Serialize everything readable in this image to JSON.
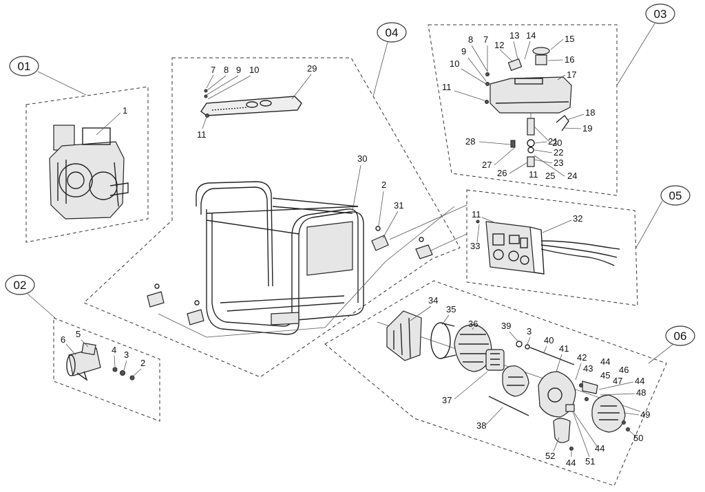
{
  "groups": [
    {
      "id": "01",
      "label": "01"
    },
    {
      "id": "02",
      "label": "02"
    },
    {
      "id": "03",
      "label": "03"
    },
    {
      "id": "04",
      "label": "04"
    },
    {
      "id": "05",
      "label": "05"
    },
    {
      "id": "06",
      "label": "06"
    }
  ],
  "callouts": {
    "g01": [
      "1"
    ],
    "g02": [
      "5",
      "6",
      "4",
      "3",
      "2"
    ],
    "g03": [
      "8",
      "7",
      "13",
      "14",
      "15",
      "12",
      "16",
      "9",
      "10",
      "17",
      "11",
      "18",
      "19",
      "20",
      "28",
      "21",
      "22",
      "23",
      "27",
      "26",
      "11",
      "25",
      "24"
    ],
    "g04": [
      "7",
      "8",
      "9",
      "10",
      "29",
      "11",
      "30",
      "2",
      "31"
    ],
    "g05": [
      "11",
      "32",
      "33"
    ],
    "g06": [
      "34",
      "35",
      "36",
      "39",
      "3",
      "40",
      "41",
      "42",
      "44",
      "43",
      "46",
      "45",
      "47",
      "44",
      "48",
      "37",
      "49",
      "38",
      "50",
      "44",
      "52",
      "44",
      "51"
    ]
  },
  "colors": {
    "line": "#222222",
    "fill": "#e6e6e6",
    "background": "#ffffff"
  }
}
